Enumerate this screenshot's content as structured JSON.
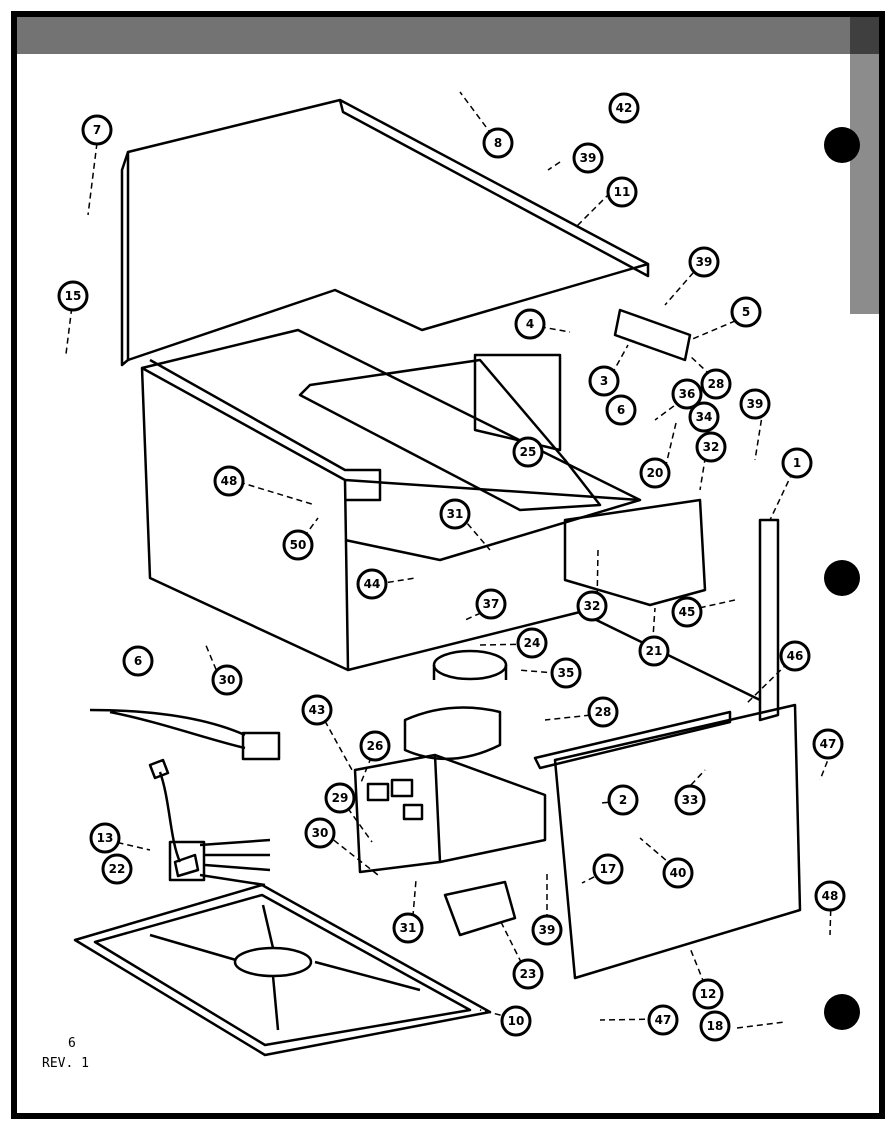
{
  "sheet": {
    "page_number": "6",
    "revision": "REV. 1"
  },
  "callouts": [
    {
      "id": "c-7",
      "label": "7"
    },
    {
      "id": "c-8",
      "label": "8"
    },
    {
      "id": "c-42",
      "label": "42"
    },
    {
      "id": "c-39a",
      "label": "39"
    },
    {
      "id": "c-11",
      "label": "11"
    },
    {
      "id": "c-39b",
      "label": "39"
    },
    {
      "id": "c-15",
      "label": "15"
    },
    {
      "id": "c-4",
      "label": "4"
    },
    {
      "id": "c-5",
      "label": "5"
    },
    {
      "id": "c-3",
      "label": "3"
    },
    {
      "id": "c-28a",
      "label": "28"
    },
    {
      "id": "c-36a",
      "label": "36"
    },
    {
      "id": "c-6a",
      "label": "6"
    },
    {
      "id": "c-34",
      "label": "34"
    },
    {
      "id": "c-39c",
      "label": "39"
    },
    {
      "id": "c-25",
      "label": "25"
    },
    {
      "id": "c-20",
      "label": "20"
    },
    {
      "id": "c-32a",
      "label": "32"
    },
    {
      "id": "c-1",
      "label": "1"
    },
    {
      "id": "c-48a",
      "label": "48"
    },
    {
      "id": "c-50",
      "label": "50"
    },
    {
      "id": "c-31a",
      "label": "31"
    },
    {
      "id": "c-44",
      "label": "44"
    },
    {
      "id": "c-32b",
      "label": "32"
    },
    {
      "id": "c-21",
      "label": "21"
    },
    {
      "id": "c-45",
      "label": "45"
    },
    {
      "id": "c-37",
      "label": "37"
    },
    {
      "id": "c-24",
      "label": "24"
    },
    {
      "id": "c-6b",
      "label": "6"
    },
    {
      "id": "c-30a",
      "label": "30"
    },
    {
      "id": "c-35",
      "label": "35"
    },
    {
      "id": "c-46",
      "label": "46"
    },
    {
      "id": "c-28b",
      "label": "28"
    },
    {
      "id": "c-43",
      "label": "43"
    },
    {
      "id": "c-26",
      "label": "26"
    },
    {
      "id": "c-47a",
      "label": "47"
    },
    {
      "id": "c-2",
      "label": "2"
    },
    {
      "id": "c-33",
      "label": "33"
    },
    {
      "id": "c-29",
      "label": "29"
    },
    {
      "id": "c-30b",
      "label": "30"
    },
    {
      "id": "c-13",
      "label": "13"
    },
    {
      "id": "c-40",
      "label": "40"
    },
    {
      "id": "c-22",
      "label": "22"
    },
    {
      "id": "c-17",
      "label": "17"
    },
    {
      "id": "c-48b",
      "label": "48"
    },
    {
      "id": "c-31b",
      "label": "31"
    },
    {
      "id": "c-39d",
      "label": "39"
    },
    {
      "id": "c-23",
      "label": "23"
    },
    {
      "id": "c-12",
      "label": "12"
    },
    {
      "id": "c-10",
      "label": "10"
    },
    {
      "id": "c-47b",
      "label": "47"
    },
    {
      "id": "c-18",
      "label": "18"
    }
  ]
}
